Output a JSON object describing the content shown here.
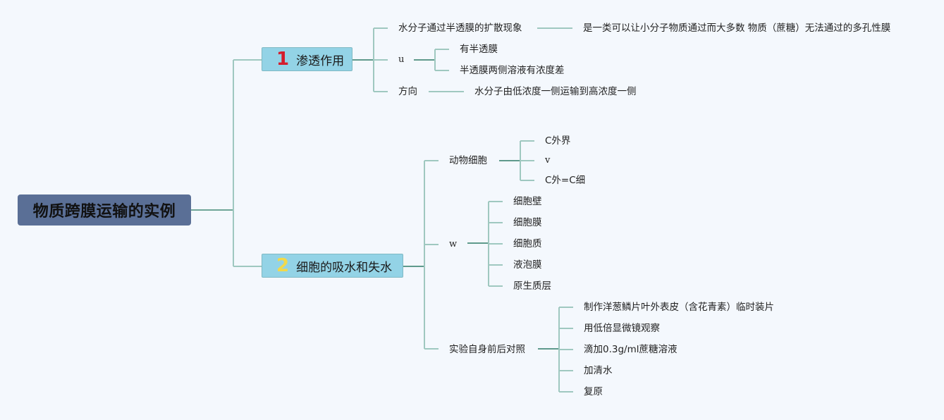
{
  "root": {
    "label": "物质跨膜运输的实例"
  },
  "branches": [
    {
      "number": "1",
      "label": "渗透作用",
      "number_color": "#d41c2c",
      "children": [
        {
          "label": "水分子通过半透膜的扩散现象",
          "note": "是一类可以让小分子物质通过而大多数 物质（蔗糖）无法通过的多孔性膜"
        },
        {
          "label": "u",
          "children": [
            "有半透膜",
            "半透膜两侧溶液有浓度差"
          ]
        },
        {
          "label": "方向",
          "note": "水分子由低浓度一侧运输到高浓度一侧"
        }
      ]
    },
    {
      "number": "2",
      "label": "细胞的吸水和失水",
      "number_color": "#f2d94a",
      "children": [
        {
          "label": "动物细胞",
          "children": [
            "C外界",
            "v",
            "C外=C细"
          ]
        },
        {
          "label": "w",
          "children": [
            "细胞壁",
            "细胞膜",
            "细胞质",
            "液泡膜",
            "原生质层"
          ]
        },
        {
          "label": "实验自身前后对照",
          "children": [
            "制作洋葱鳞片叶外表皮（含花青素）临时装片",
            "用低倍显微镜观察",
            "滴加0.3g/ml蔗糖溶液",
            "加清水",
            "复原"
          ]
        }
      ]
    }
  ],
  "colors": {
    "background": "#f4f8fd",
    "root_fill": "#5a6f96",
    "main_fill": "#93d3e6",
    "connector_dark": "#5f9a8c",
    "connector_light": "#9fc8c0"
  }
}
